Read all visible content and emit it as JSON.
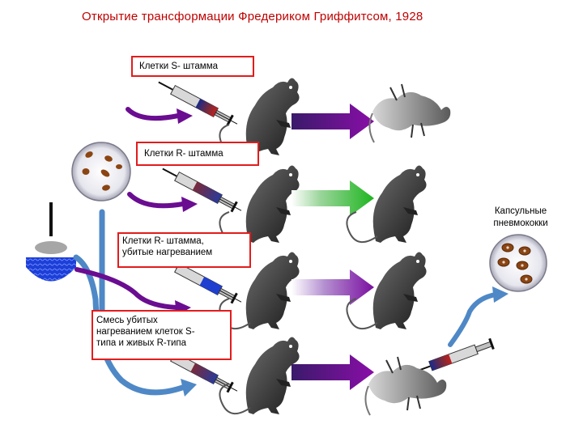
{
  "title": "Открытие трансформации Фредериком Гриффитсом, 1928",
  "labels": {
    "s_strain": "Клетки S- штамма",
    "r_strain": "Клетки R- штамма",
    "r_heat_killed_line1": "Клетки R- штамма,",
    "r_heat_killed_line2": "убитые нагреванием",
    "mixture_line1": "Смесь убитых",
    "mixture_line2": "нагреванием клеток S-",
    "mixture_line3": "типа и живых R-типа",
    "capsular_line1": "Капсульные",
    "capsular_line2": "пневмококки"
  },
  "colors": {
    "title": "#c00000",
    "box_border": "#e31c1c",
    "arrow_purple": "#6a0d91",
    "arrow_green": "#1fb51f",
    "flow_blue": "#4f88c6",
    "bacteria": "#8b4513",
    "mouse": "#3a3a3a"
  }
}
